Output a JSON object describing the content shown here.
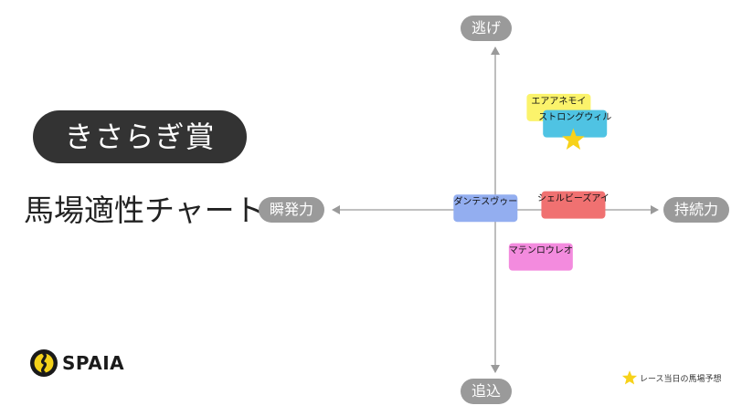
{
  "race_name": "きさらぎ賞",
  "chart_subtitle": "馬場適性チャート",
  "brand": "SPAIA",
  "legend_star_label": "レース当日の馬場予想",
  "chart_data": {
    "type": "scatter",
    "axes": {
      "top": "逃げ",
      "bottom": "追込",
      "left": "瞬発力",
      "right": "持続力"
    },
    "xlim": [
      -10,
      10
    ],
    "ylim": [
      -10,
      10
    ],
    "grid": false,
    "legend_position": "bottom-right",
    "points": [
      {
        "label": "エアアネモイ",
        "x": 3.9,
        "y": 6.3,
        "color": "#fbf36b"
      },
      {
        "label": "ストロングウィル",
        "x": 4.9,
        "y": 5.3,
        "color": "#4fc3e3"
      },
      {
        "label": "ダンテスヴゥー",
        "x": -0.6,
        "y": 0.1,
        "color": "#93aef0"
      },
      {
        "label": "シェルビーズアイ",
        "x": 4.8,
        "y": 0.3,
        "color": "#f07171"
      },
      {
        "label": "マテンロウレオ",
        "x": 2.8,
        "y": -2.9,
        "color": "#f38bde"
      }
    ],
    "track_forecast": {
      "x": 4.8,
      "y": 4.3,
      "color": "#f7d21a"
    }
  }
}
